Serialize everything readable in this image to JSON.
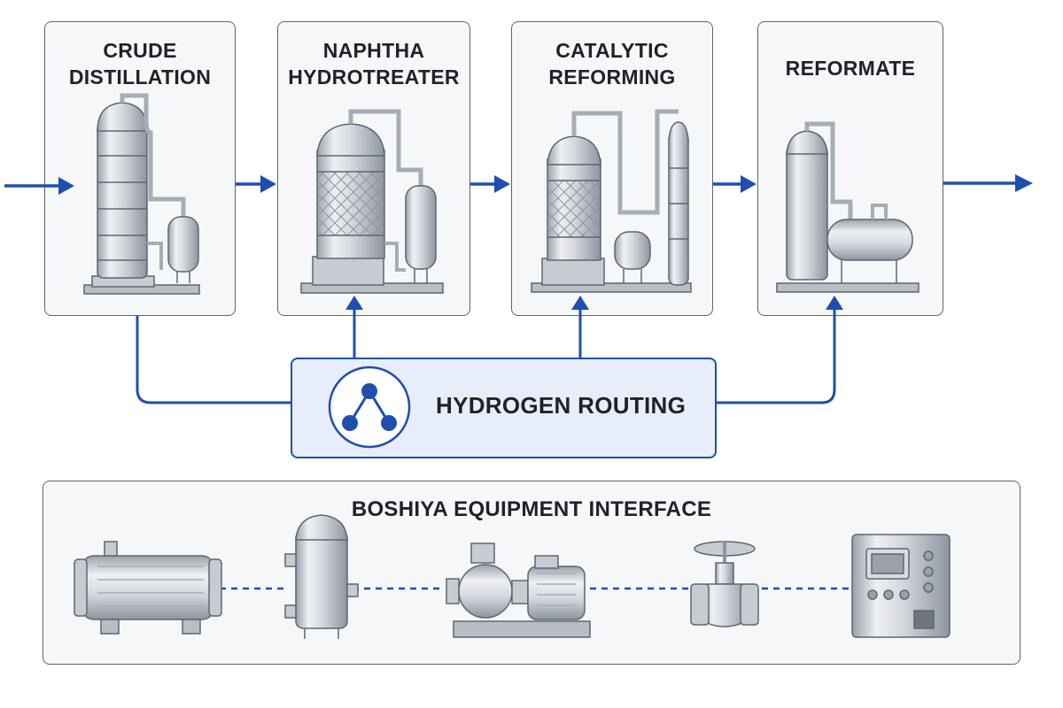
{
  "stages": [
    {
      "id": "crude",
      "title_lines": [
        "CRUDE",
        "DISTILLATION"
      ],
      "icon": "distillation-column-icon"
    },
    {
      "id": "naphtha",
      "title_lines": [
        "NAPHTHA",
        "HYDROTREATER"
      ],
      "icon": "hydrotreater-reactor-icon"
    },
    {
      "id": "reforming",
      "title_lines": [
        "CATALYTIC",
        "REFORMING"
      ],
      "icon": "reformer-reactor-icon"
    },
    {
      "id": "reformate",
      "title_lines": [
        "REFORMATE"
      ],
      "icon": "reformate-vessel-icon"
    }
  ],
  "routing": {
    "label": "HYDROGEN ROUTING",
    "icon": "hydrogen-network-icon"
  },
  "equipment": {
    "title": "BOSHIYA EQUIPMENT INTERFACE",
    "items": [
      "heat-exchanger-icon",
      "pressure-vessel-icon",
      "centrifugal-pump-icon",
      "gate-valve-icon",
      "control-panel-icon"
    ]
  },
  "colors": {
    "accent": "#1f4fae",
    "panel": "#f6f7f9",
    "border": "#5f6670",
    "routing_fill": "#e8eef9"
  }
}
